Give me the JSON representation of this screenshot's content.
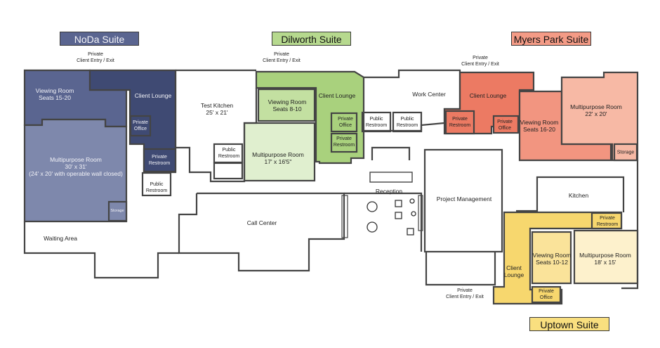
{
  "colors": {
    "noda_dark": "#3f4a73",
    "noda_mid": "#5a6590",
    "noda_light": "#7e88ac",
    "dilworth_dark": "#a9d17d",
    "dilworth_mid": "#c3e0a1",
    "dilworth_light": "#e0efcf",
    "myers_dark": "#ec7a63",
    "myers_mid": "#f29580",
    "myers_light": "#f7b9a5",
    "uptown_dark": "#f7d76e",
    "uptown_mid": "#fae39a",
    "uptown_light": "#fdf1cc",
    "wall": "#444444"
  },
  "suites": {
    "noda": {
      "title": "NoDa Suite",
      "entry": [
        "Private",
        "Client Entry / Exit"
      ],
      "viewing_room": [
        "Viewing Room",
        "Seats 15-20"
      ],
      "client_lounge": "Client Lounge",
      "private_office": [
        "Private",
        "Office"
      ],
      "private_restroom": [
        "Private",
        "Restroom"
      ],
      "multipurpose_room": [
        "Multipurpose Room",
        "30' x 31'",
        "(24' x 20' with operable wall closed)"
      ],
      "storage": "Storage"
    },
    "dilworth": {
      "title": "Dilworth Suite",
      "entry": [
        "Private",
        "Client Entry / Exit"
      ],
      "viewing_room": [
        "Viewing Room",
        "Seats 8-10"
      ],
      "client_lounge": "Client Lounge",
      "private_office": [
        "Private",
        "Office"
      ],
      "private_restroom": [
        "Private",
        "Restroom"
      ],
      "multipurpose_room": [
        "Multipurpose Room",
        "17' x 16'5\""
      ]
    },
    "myers_park": {
      "title": "Myers Park Suite",
      "entry": [
        "Private",
        "Client Entry / Exit"
      ],
      "client_lounge": "Client Lounge",
      "private_restroom": [
        "Private",
        "Restroom"
      ],
      "private_office": [
        "Private",
        "Office"
      ],
      "viewing_room": [
        "Viewing Room",
        "Seats 16-20"
      ],
      "multipurpose_room": [
        "Multipurpose Room",
        "22' x 20'"
      ],
      "storage": "Storage"
    },
    "uptown": {
      "title": "Uptown Suite",
      "entry": [
        "Private",
        "Client Entry / Exit"
      ],
      "client_lounge": [
        "Client",
        "Lounge"
      ],
      "viewing_room": [
        "Viewing Room",
        "Seats 10-12"
      ],
      "multipurpose_room": [
        "Multipurpose Room",
        "18' x 15'"
      ],
      "private_restroom": [
        "Private",
        "Restroom"
      ],
      "private_office": [
        "Private",
        "Office"
      ]
    }
  },
  "common": {
    "test_kitchen": [
      "Test Kitchen",
      "25' x 21'"
    ],
    "public_restroom": [
      "Public",
      "Restroom"
    ],
    "work_center": "Work Center",
    "reception": "Reception",
    "project_management": "Project Management",
    "kitchen": "Kitchen",
    "call_center": "Call Center",
    "waiting_area": "Waiting Area"
  }
}
